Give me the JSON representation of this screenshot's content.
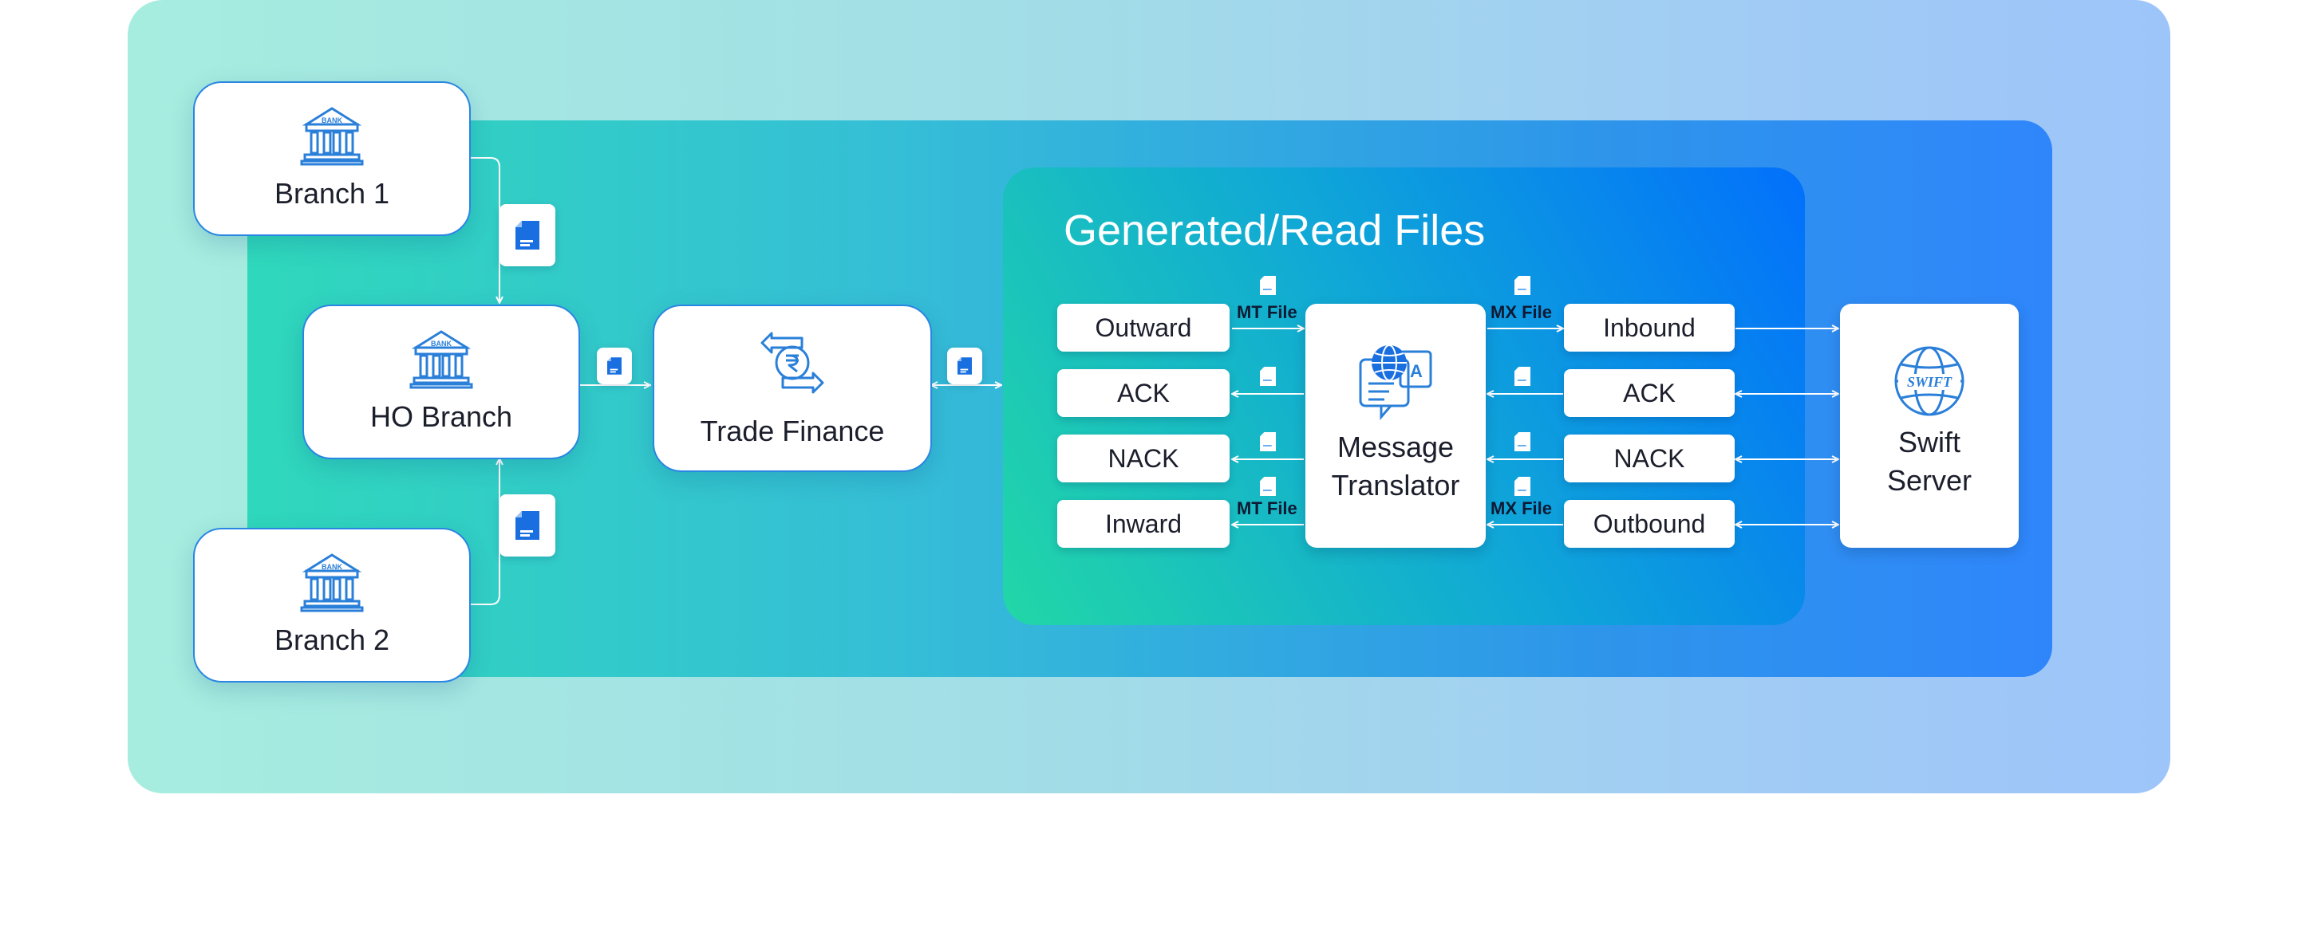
{
  "panel_title": "Generated/Read Files",
  "nodes": {
    "branch1": {
      "label": "Branch 1",
      "icon": "bank-icon",
      "icon_text": "BANK"
    },
    "branch2": {
      "label": "Branch 2",
      "icon": "bank-icon",
      "icon_text": "BANK"
    },
    "ho_branch": {
      "label": "HO Branch",
      "icon": "bank-icon",
      "icon_text": "BANK"
    },
    "trade_finance": {
      "label": "Trade Finance",
      "icon": "currency-exchange-icon"
    },
    "message_translator": {
      "label_line1": "Message",
      "label_line2": "Translator",
      "icon": "translator-icon"
    },
    "swift_server": {
      "label_line1": "Swift",
      "label_line2": "Server",
      "icon": "swift-globe-icon",
      "icon_text": "SWIFT"
    }
  },
  "left_files": [
    "Outward",
    "ACK",
    "NACK",
    "Inward"
  ],
  "right_files": [
    "Inbound",
    "ACK",
    "NACK",
    "Outbound"
  ],
  "file_labels": {
    "mt_top": "MT File",
    "mt_bottom": "MT File",
    "mx_top": "MX File",
    "mx_bottom": "MX File"
  },
  "colors": {
    "accent": "#1a6fe0",
    "icon_blue": "#2a7fd9",
    "panel_start": "#22d7a7",
    "panel_end": "#0270fc"
  }
}
